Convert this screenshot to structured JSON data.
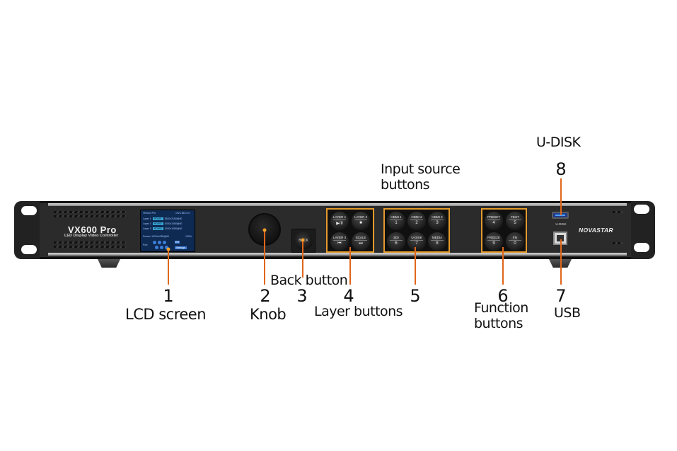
{
  "device": {
    "model": "VX600 Pro",
    "subtitle": "LED Display Video Controller",
    "brand": "NOVASTAR",
    "lcd": {
      "header_left": "Version Pro",
      "header_right": "192.168.0.10",
      "layers": [
        {
          "name": "Layer 1",
          "source": "HDMI1",
          "resolution": "3840x2160@60"
        },
        {
          "name": "Layer 2",
          "source": "HDMI2",
          "resolution": "1920x1080@60"
        },
        {
          "name": "Layer 3",
          "source": "HDMI3",
          "resolution": "1920x1080@60"
        }
      ],
      "screen_label": "Screen",
      "screen_resolution": "1920x1080@60",
      "brightness": "100%",
      "port_label": "Port",
      "tab_active": "EN",
      "button_label": "Settings"
    },
    "back_button": "BACK",
    "groups": {
      "layer": {
        "title": "LAYER",
        "keys": [
          {
            "label": "LAYER 1",
            "sub": "▶/II"
          },
          {
            "label": "LAYER 2",
            "sub": "■"
          },
          {
            "label": "LAYER 3",
            "sub": "⏮"
          },
          {
            "label": "SCALE",
            "sub": "⏭"
          }
        ]
      },
      "source": {
        "title": "SOURCE",
        "keys": [
          {
            "label": "HDMI 1",
            "sub": "1"
          },
          {
            "label": "HDMI 2",
            "sub": "2"
          },
          {
            "label": "HDMI 3",
            "sub": "3"
          },
          {
            "label": "SDI",
            "sub": "6"
          },
          {
            "label": "U-DISK",
            "sub": "7"
          },
          {
            "label": "MEDIA",
            "sub": "8"
          }
        ]
      },
      "function": {
        "title": "FUNCTION",
        "keys": [
          {
            "label": "PRESET",
            "sub": "4"
          },
          {
            "label": "TEST",
            "sub": "5"
          },
          {
            "label": "FREEZE",
            "sub": "9"
          },
          {
            "label": "FN",
            "sub": "0"
          }
        ]
      }
    },
    "usb_a_label": "U-DISK"
  },
  "callouts": [
    {
      "number": "1",
      "label": "LCD screen"
    },
    {
      "number": "2",
      "label": "Knob"
    },
    {
      "number": "3",
      "label": "Back button"
    },
    {
      "number": "4",
      "label": "Layer buttons"
    },
    {
      "number": "5",
      "label": "Input source buttons"
    },
    {
      "number": "6",
      "label": "Function buttons"
    },
    {
      "number": "7",
      "label": "USB"
    },
    {
      "number": "8",
      "label": "U-DISK"
    }
  ],
  "labels": {
    "c5_line1": "Input source",
    "c5_line2": "buttons",
    "c6_line1": "Function",
    "c6_line2": "buttons"
  },
  "colors": {
    "callout_line": "#e0661a",
    "group_border": "#e39a2c",
    "chassis": "#2b2b2b",
    "lcd_bg": "#0f2a52"
  }
}
